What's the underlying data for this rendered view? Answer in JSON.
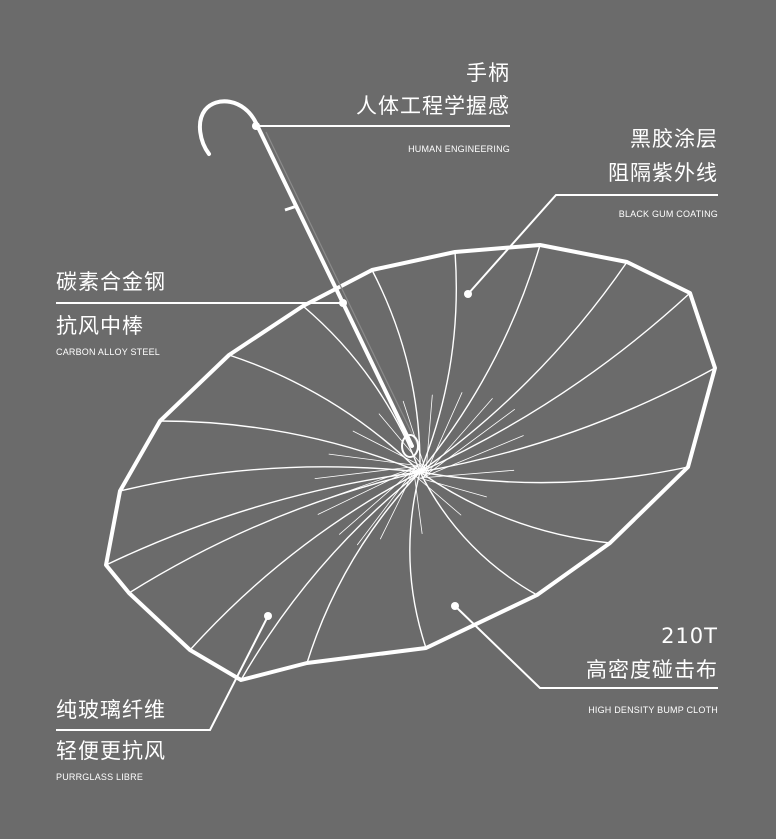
{
  "background_color": "#6b6b6b",
  "line_color": "#ffffff",
  "callouts": {
    "handle": {
      "title": "手柄",
      "subtitle": "人体工程学握感",
      "english": "HUMAN ENGINEERING"
    },
    "coating": {
      "title": "黑胶涂层",
      "subtitle": "阻隔紫外线",
      "english": "BLACK GUM COATING"
    },
    "shaft": {
      "title": "碳素合金钢",
      "subtitle": "抗风中棒",
      "english": "CARBON ALLOY STEEL"
    },
    "cloth": {
      "title": "210T",
      "subtitle": "高密度碰击布",
      "english": "HIGH DENSITY BUMP CLOTH"
    },
    "ribs": {
      "title": "纯玻璃纤维",
      "subtitle": "轻便更抗风",
      "english": "PURRGLASS LIBRE"
    }
  }
}
